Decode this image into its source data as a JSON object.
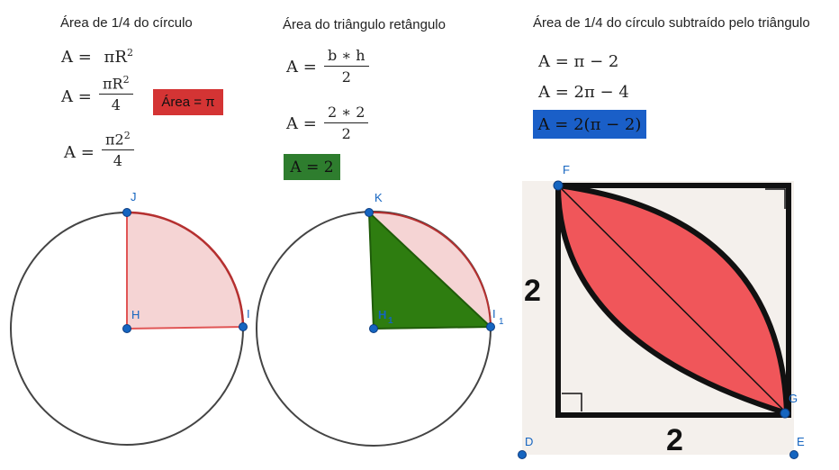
{
  "panel1": {
    "title": "Área de 1/4 do círculo",
    "eq1_lhs": "A =",
    "eq1_rhs": "πR",
    "eq1_exp": "2",
    "eq2_lhs": "A =",
    "eq2_num": "πR",
    "eq2_num_exp": "2",
    "eq2_den": "4",
    "eq3_lhs": "A =",
    "eq3_num": "π2",
    "eq3_num_exp": "2",
    "eq3_den": "4",
    "result": "Área = π",
    "labels": {
      "top": "J",
      "center": "H",
      "right": "I"
    }
  },
  "panel2": {
    "title": "Área do triângulo retângulo",
    "eq1_lhs": "A =",
    "eq1_num": "b ∗ h",
    "eq1_den": "2",
    "eq2_lhs": "A =",
    "eq2_num": "2 ∗ 2",
    "eq2_den": "2",
    "result": "A = 2",
    "labels": {
      "top": "K",
      "center": "H",
      "center_sub": "1",
      "right": "I",
      "right_sub": "1"
    }
  },
  "panel3": {
    "title": "Área de 1/4 do círculo subtraído pelo triângulo",
    "eq1": "A =  π − 2",
    "eq2": "A =  2π − 4",
    "result": "A =  2(π − 2)",
    "side_left": "2",
    "side_bottom": "2",
    "labels": {
      "F": "F",
      "G": "G",
      "D": "D",
      "E": "E"
    }
  },
  "colors": {
    "red_box": "#d43434",
    "green_box": "#2e7d2e",
    "blue_box": "#1a5fc8",
    "sector_fill": "#f5d4d4",
    "sector_edge": "#c0392b",
    "triangle_fill": "#2e7d10",
    "lens_fill": "#f0565a",
    "point": "#1565c0"
  }
}
